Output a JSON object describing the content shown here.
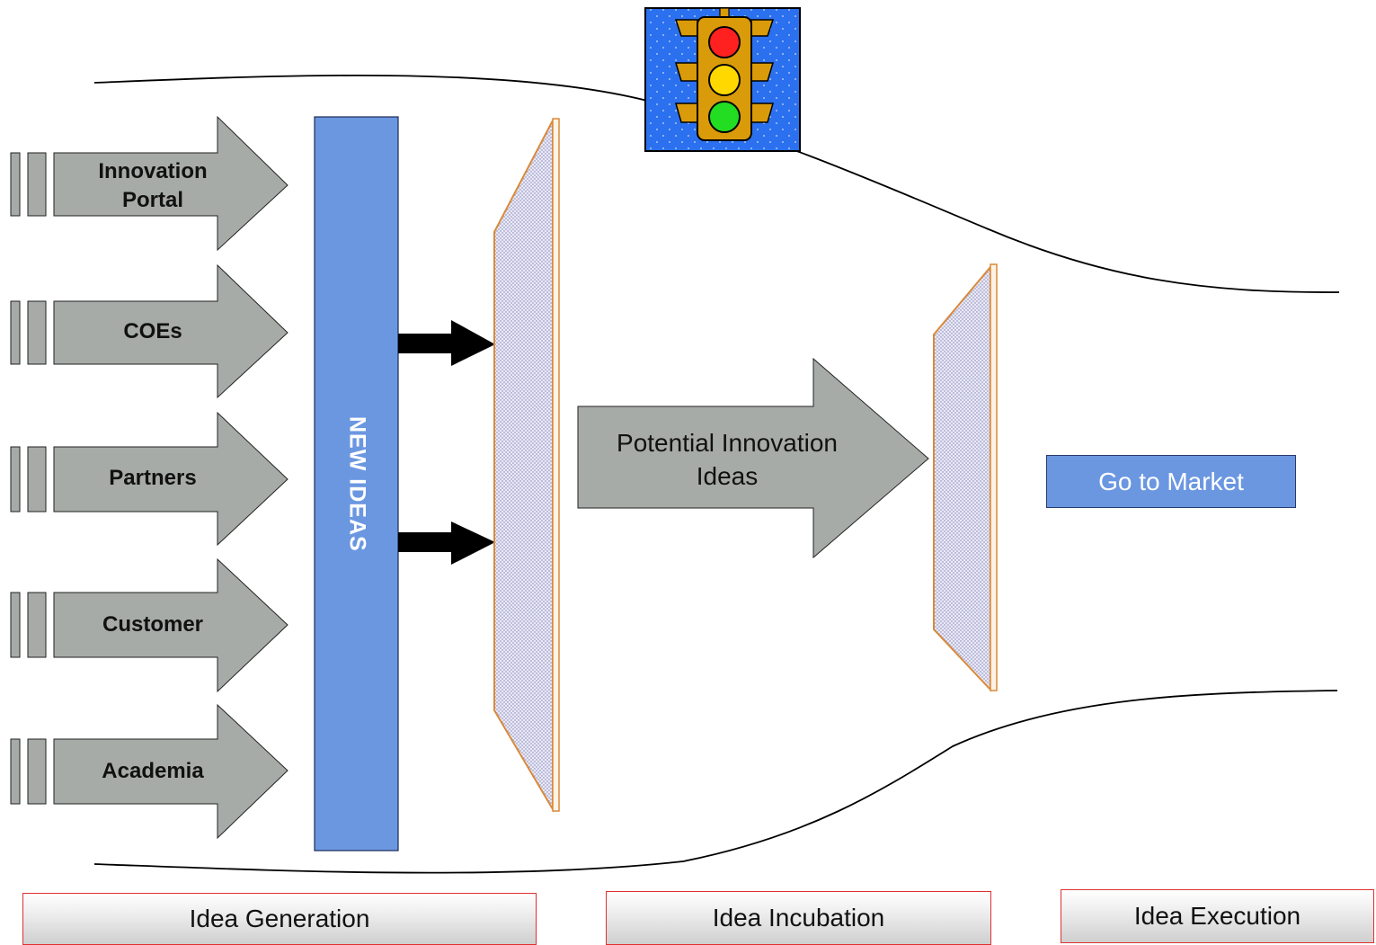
{
  "sources": [
    {
      "label": "Innovation Portal",
      "lines": [
        "Innovation",
        "Portal"
      ]
    },
    {
      "label": "COEs",
      "lines": [
        "COEs"
      ]
    },
    {
      "label": "Partners",
      "lines": [
        "Partners"
      ]
    },
    {
      "label": "Customer",
      "lines": [
        "Customer"
      ]
    },
    {
      "label": "Academia",
      "lines": [
        "Academia"
      ]
    }
  ],
  "new_ideas_label": "NEW IDEAS",
  "potential_label": {
    "line1": "Potential Innovation",
    "line2": "Ideas"
  },
  "go_to_market_label": "Go to Market",
  "phases": {
    "generation": "Idea Generation",
    "incubation": "Idea Incubation",
    "execution": "Idea Execution"
  },
  "colors": {
    "arrow_gray": "#a7aba8",
    "new_ideas_blue": "#6b97e1",
    "filter_orange": "#e0a050",
    "phase_border_red": "#e03030",
    "traffic_bg_blue": "#2b70ee",
    "traffic_body": "#d99b0a"
  },
  "icons": [
    "traffic-light-icon"
  ]
}
